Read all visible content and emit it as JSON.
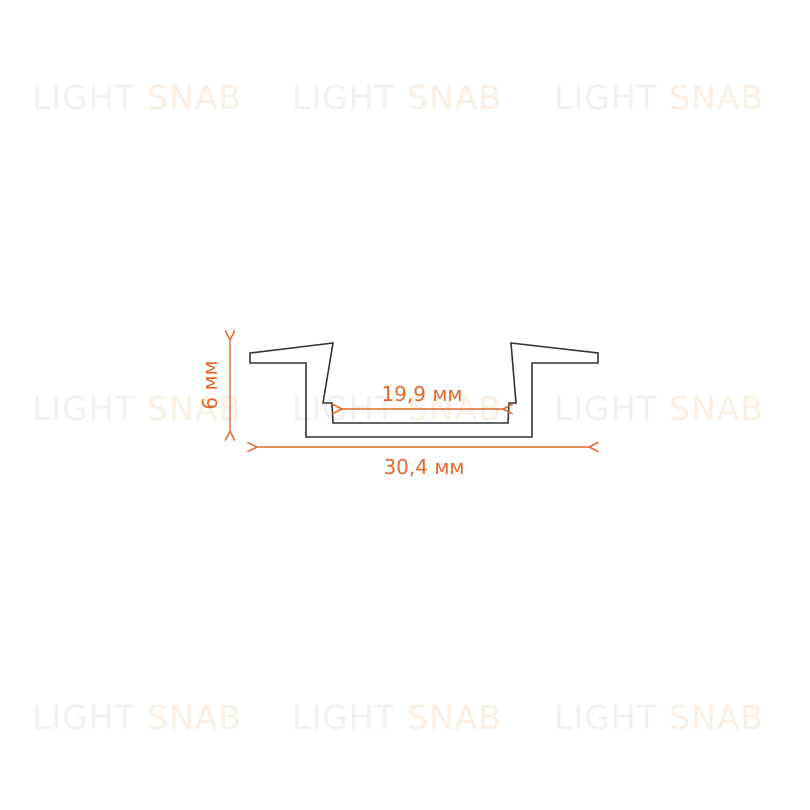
{
  "watermark": {
    "word1": "LIGHT",
    "word2": "SNAB",
    "color_light": "#f1f1f1",
    "color_accent": "#fbeee3"
  },
  "dimensions": {
    "height_label": "6 мм",
    "inner_width_label": "19,9 мм",
    "outer_width_label": "30,4 мм",
    "accent_color": "#e06a2c",
    "profile_color": "#333333"
  }
}
